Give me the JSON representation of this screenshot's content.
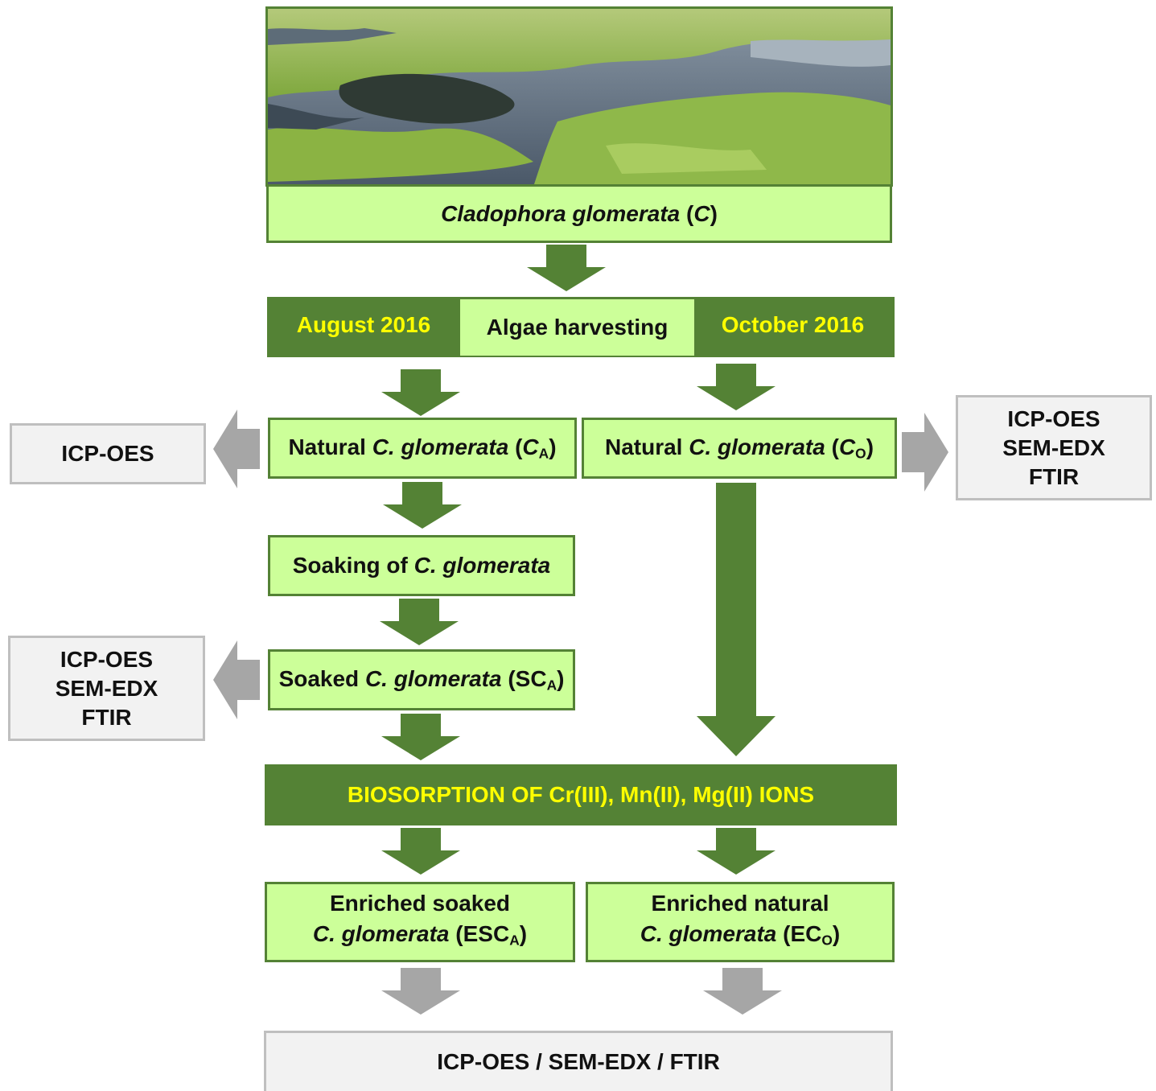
{
  "photo": {
    "caption_genus": "Cladophora glomerata",
    "caption_open": " (",
    "caption_symbol": "C",
    "caption_close": ")"
  },
  "harvest": {
    "left_label": "August 2016",
    "center_label": "Algae harvesting",
    "right_label": "October 2016"
  },
  "natural_a": {
    "prefix": "Natural ",
    "species": "C. glomerata",
    "open": " (",
    "symbol": "C",
    "sub": "A",
    "close": ")"
  },
  "natural_o": {
    "prefix": "Natural ",
    "species": "C. glomerata",
    "open": " (",
    "symbol": "C",
    "sub": "O",
    "close": ")"
  },
  "soaking": {
    "prefix": "Soaking of ",
    "species": "C. glomerata"
  },
  "soaked": {
    "prefix": "Soaked ",
    "species": "C. glomerata",
    "open": " (SC",
    "sub": "A",
    "close": ")"
  },
  "biosorption": {
    "label": "BIOSORPTION OF Cr(III), Mn(II), Mg(II) IONS"
  },
  "enriched_soaked": {
    "line1": "Enriched soaked",
    "species": "C. glomerata",
    "open": " (ESC",
    "sub": "A",
    "close": ")"
  },
  "enriched_natural": {
    "line1": "Enriched natural",
    "species": "C. glomerata",
    "open": " (EC",
    "sub": "O",
    "close": ")"
  },
  "analysis": {
    "left_top": [
      "ICP-OES"
    ],
    "left_mid": [
      "ICP-OES",
      "SEM-EDX",
      "FTIR"
    ],
    "right_top": [
      "ICP-OES",
      "SEM-EDX",
      "FTIR"
    ],
    "bottom": "ICP-OES / SEM-EDX / FTIR"
  },
  "colors": {
    "dark_green": "#548235",
    "light_green": "#ccff99",
    "gray_arrow": "#a6a6a6",
    "gray_box": "#f2f2f2",
    "yellow_text": "#ffff00"
  }
}
